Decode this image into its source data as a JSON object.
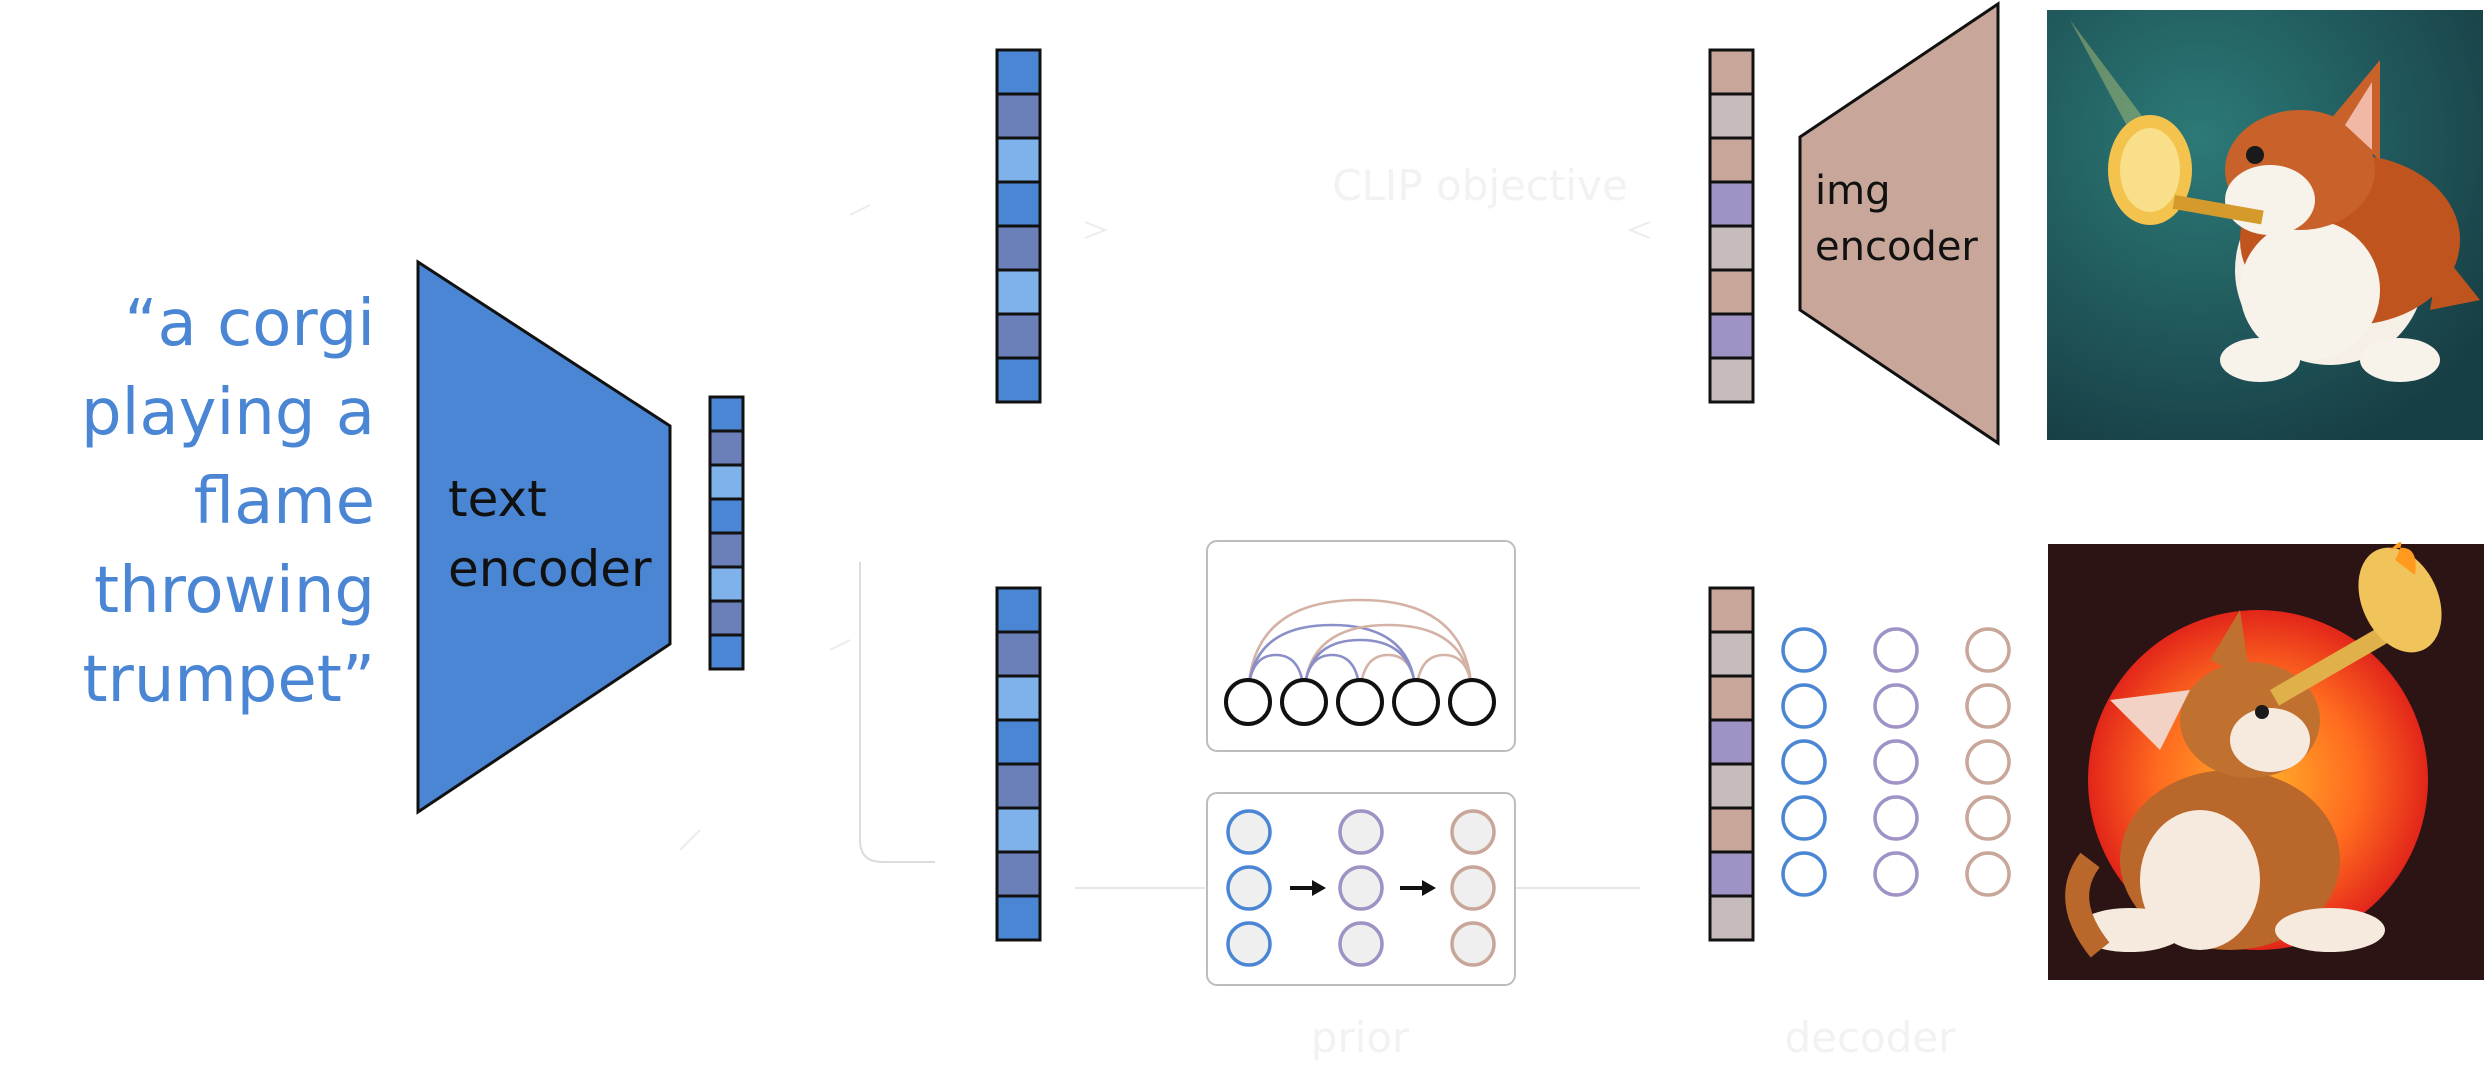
{
  "caption": {
    "lines": [
      "“a corgi",
      "playing a",
      "flame",
      "throwing",
      "trumpet”"
    ]
  },
  "text_encoder": {
    "line1": "text",
    "line2": "encoder",
    "color": "#4a86d4"
  },
  "img_encoder": {
    "line1": "img",
    "line2": "encoder",
    "color": "#c8a79a"
  },
  "faint_labels": {
    "clip": "CLIP objective",
    "prior": "prior",
    "decoder": "decoder"
  },
  "colors": {
    "blue": "#4a86d4",
    "blue_dark": "#6b7fb8",
    "blue_light": "#7fb2ea",
    "tan": "#c8a79a",
    "grey_tan": "#c7bcbc",
    "purple": "#9e93c4",
    "node_blue": "#4a86d4",
    "node_purple": "#9e93c4",
    "node_tan": "#c8a79a"
  },
  "vectors": {
    "text_embedding_small": [
      "#4a86d4",
      "#6b7fb8",
      "#7fb2ea",
      "#4a86d4",
      "#6b7fb8",
      "#7fb2ea",
      "#6b7fb8",
      "#4a86d4"
    ],
    "text_embedding_top": [
      "#4a86d4",
      "#6b7fb8",
      "#7fb2ea",
      "#4a86d4",
      "#6b7fb8",
      "#7fb2ea",
      "#6b7fb8",
      "#4a86d4"
    ],
    "text_embedding_bottom": [
      "#4a86d4",
      "#6b7fb8",
      "#7fb2ea",
      "#4a86d4",
      "#6b7fb8",
      "#7fb2ea",
      "#6b7fb8",
      "#4a86d4"
    ],
    "image_embedding_top": [
      "#c8a79a",
      "#c7bcbc",
      "#c8a79a",
      "#9e93c4",
      "#c7bcbc",
      "#c8a79a",
      "#9e93c4",
      "#c7bcbc"
    ],
    "image_embedding_bottom": [
      "#c8a79a",
      "#c7bcbc",
      "#c8a79a",
      "#9e93c4",
      "#c7bcbc",
      "#c8a79a",
      "#9e93c4",
      "#c7bcbc"
    ]
  },
  "images": {
    "top": {
      "bg": "#1e5a5c",
      "description_icon": "corgi-trumpet-painting"
    },
    "bottom": {
      "bg": "#2d1414",
      "sun": "#e8401a",
      "description_icon": "corgi-trumpet-sun-painting"
    }
  }
}
